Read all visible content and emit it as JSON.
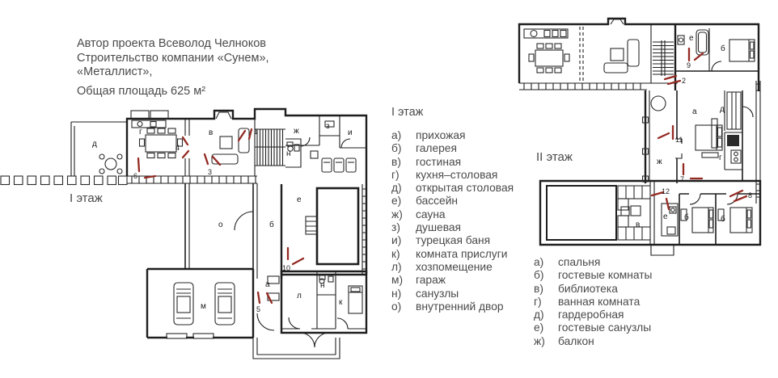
{
  "header": {
    "line1": "Автор проекта Всеволод Челноков",
    "line2": "Строительство компании «Сунем»,",
    "line3": "«Металлист»,",
    "line4": "Общая площадь 625 м²"
  },
  "colors": {
    "wall": "#1e1e1e",
    "red_mark": "#942a22",
    "text": "#4a4a4a"
  },
  "floor1": {
    "plan_label": "I этаж",
    "legend_title": "I этаж",
    "legend": [
      {
        "key": "а)",
        "label": "прихожая"
      },
      {
        "key": "б)",
        "label": "галерея"
      },
      {
        "key": "в)",
        "label": "гостиная"
      },
      {
        "key": "г)",
        "label": "кухня–столовая"
      },
      {
        "key": "д)",
        "label": "открытая столовая"
      },
      {
        "key": "е)",
        "label": "бассейн"
      },
      {
        "key": "ж)",
        "label": "сауна"
      },
      {
        "key": "з)",
        "label": "душевая"
      },
      {
        "key": "и)",
        "label": "турецкая баня"
      },
      {
        "key": "к)",
        "label": "комната прислуги"
      },
      {
        "key": "л)",
        "label": "хозпомещение"
      },
      {
        "key": "м)",
        "label": "гараж"
      },
      {
        "key": "н)",
        "label": "санузлы"
      },
      {
        "key": "о)",
        "label": "внутренний двор"
      }
    ],
    "rooms": {
      "a": "а",
      "b": "б",
      "v": "в",
      "g": "г",
      "d": "д",
      "e": "е",
      "zh": "ж",
      "z": "з",
      "i": "и",
      "k": "к",
      "l": "л",
      "m": "м",
      "n": "н",
      "o": "о"
    },
    "marks": {
      "m1": "1",
      "m3": "3",
      "m4": "4",
      "m5": "5",
      "m6": "6",
      "m10": "10"
    }
  },
  "floor2": {
    "plan_label": "II этаж",
    "legend": [
      {
        "key": "а)",
        "label": "спальня"
      },
      {
        "key": "б)",
        "label": "гостевые комнаты"
      },
      {
        "key": "в)",
        "label": "библиотека"
      },
      {
        "key": "г)",
        "label": "ванная комната"
      },
      {
        "key": "д)",
        "label": "гардеробная"
      },
      {
        "key": "е)",
        "label": "гостевые санузлы"
      },
      {
        "key": "ж)",
        "label": "балкон"
      }
    ],
    "rooms": {
      "a": "а",
      "b": "б",
      "v": "в",
      "g": "г",
      "d": "д",
      "e": "е",
      "zh": "ж"
    },
    "marks": {
      "m2": "2",
      "m7": "7",
      "m8": "8",
      "m9": "9",
      "m11": "11",
      "m12": "12"
    }
  }
}
